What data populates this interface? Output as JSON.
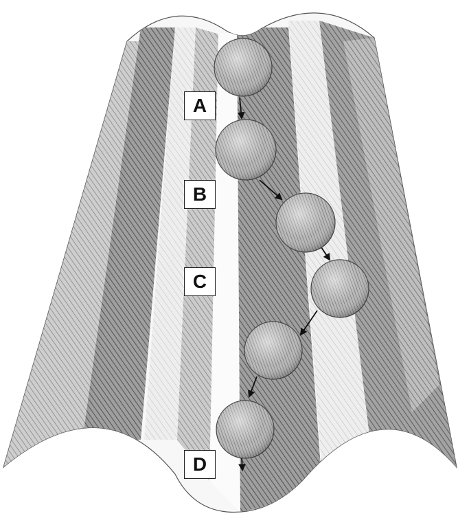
{
  "labels": {
    "a": "A",
    "b": "B",
    "c": "C",
    "d": "D"
  },
  "colors": {
    "paper": "#ffffff",
    "shading_dark": "#5a5a5a",
    "shading_mid": "#8c8c8c",
    "outline": "#222222"
  }
}
